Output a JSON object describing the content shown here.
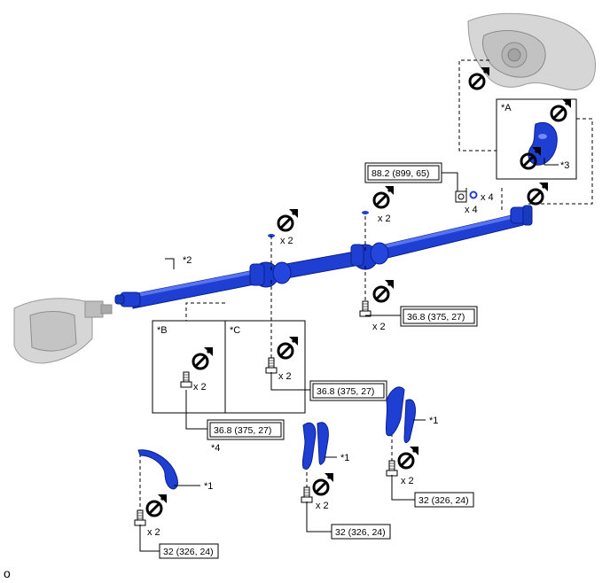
{
  "labels": {
    "callout_1": "*1",
    "callout_2": "*2",
    "callout_3": "*3",
    "callout_4": "*4",
    "callout_a": "*A",
    "callout_b": "*B",
    "callout_c": "*C"
  },
  "quantities": {
    "x2": "x 2",
    "x4": "x 4"
  },
  "torque": {
    "flange_nut": "88.2 (899, 65)",
    "center_bearing_bolt": "36.8 (375, 27)",
    "bracket_bolt_c": "36.8 (375, 27)",
    "bracket_bolt_b": "36.8 (375, 27)",
    "clamp_bolt": "32 (326, 24)"
  },
  "caption": "o",
  "colors": {
    "shaft_blue": "#1f3fd2",
    "shaft_dark": "#0a1f8c",
    "housing_gray": "#c9c9c9",
    "line": "#000000"
  },
  "icons": [
    "no-reuse-icon"
  ]
}
